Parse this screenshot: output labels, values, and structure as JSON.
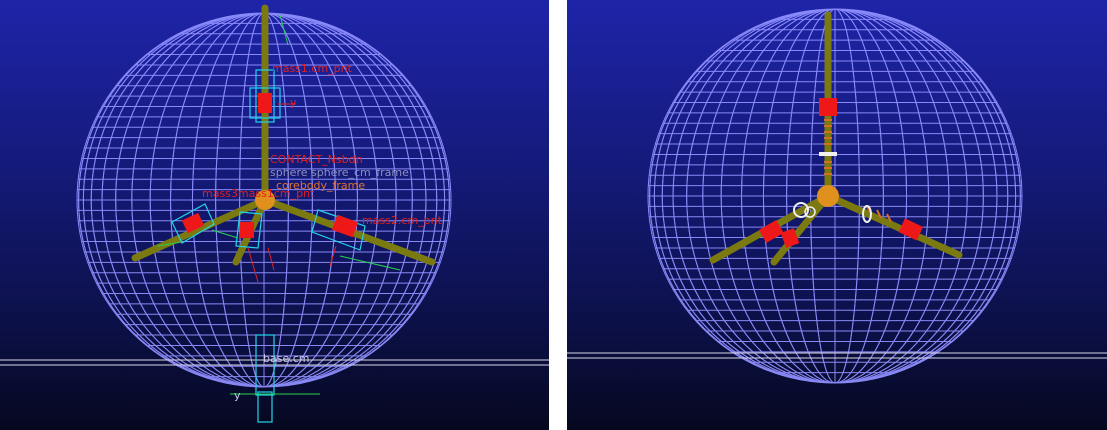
{
  "views": {
    "left": {
      "labels": {
        "mass1": "mass1.cm_pnt",
        "contact_1": "CONTACT_Nsbdn",
        "contact_2": "sphere sphere_cm_frame",
        "corebody": "corebody_frame",
        "mass_left": "mass3mass1cm_pnt",
        "mass2": "mass2.cm_pnt",
        "y_axis": "y",
        "base": "base.cm",
        "base_axis": "y"
      }
    }
  },
  "colors": {
    "bg_top": "#1e24a8",
    "bg_bottom": "#06081f",
    "sphere_wire": "#8f8fff",
    "arm": "#7a7a10",
    "hub": "#e0901c",
    "mass": "#ee1818",
    "frame": "#22d4e8",
    "label": "#e02020",
    "ground": "#d8d8e8"
  }
}
